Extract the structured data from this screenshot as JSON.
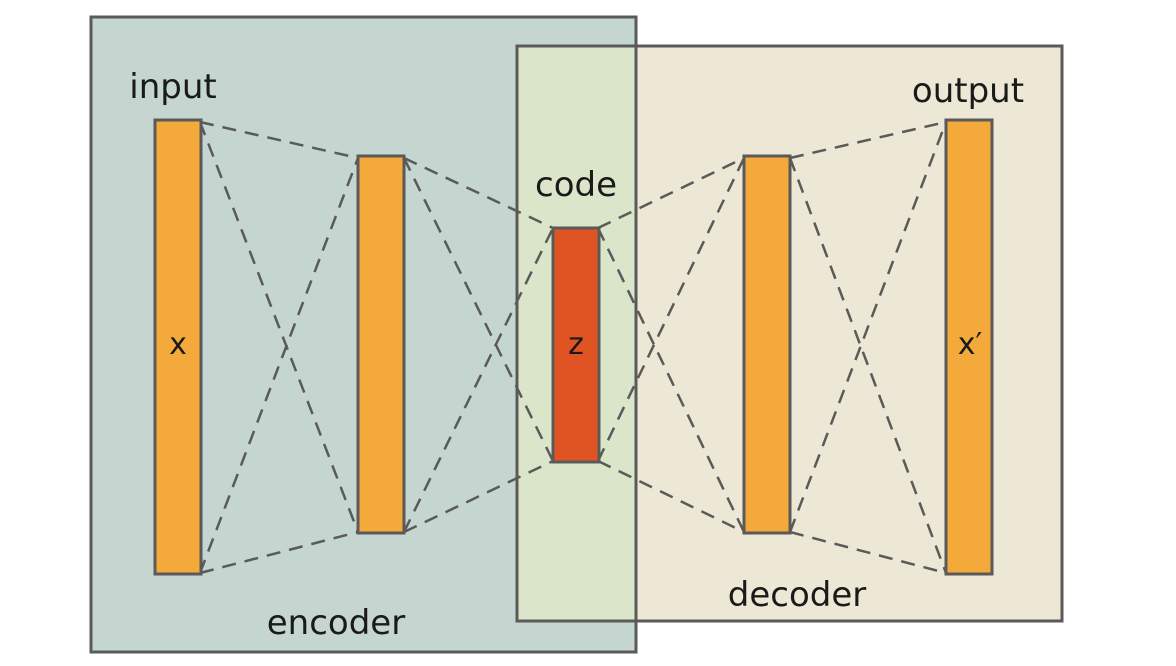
{
  "diagram": {
    "colors": {
      "encoder_fill": "#c5d5cf",
      "decoder_fill": "#ede7d5",
      "overlap_fill": "#dbe5c9",
      "box_stroke": "#5a5a5a",
      "layer_fill": "#f3aa3a",
      "code_fill": "#e05424",
      "layer_stroke": "#5a5a5a",
      "connection_stroke": "#5a5a5a"
    },
    "labels": {
      "input": "input",
      "output": "output",
      "code": "code",
      "encoder": "encoder",
      "decoder": "decoder"
    },
    "layers": [
      {
        "id": "input-layer",
        "text": "x"
      },
      {
        "id": "encoder-hidden-layer",
        "text": ""
      },
      {
        "id": "code-layer",
        "text": "z"
      },
      {
        "id": "decoder-hidden-layer",
        "text": ""
      },
      {
        "id": "output-layer",
        "text": "x′"
      }
    ]
  }
}
